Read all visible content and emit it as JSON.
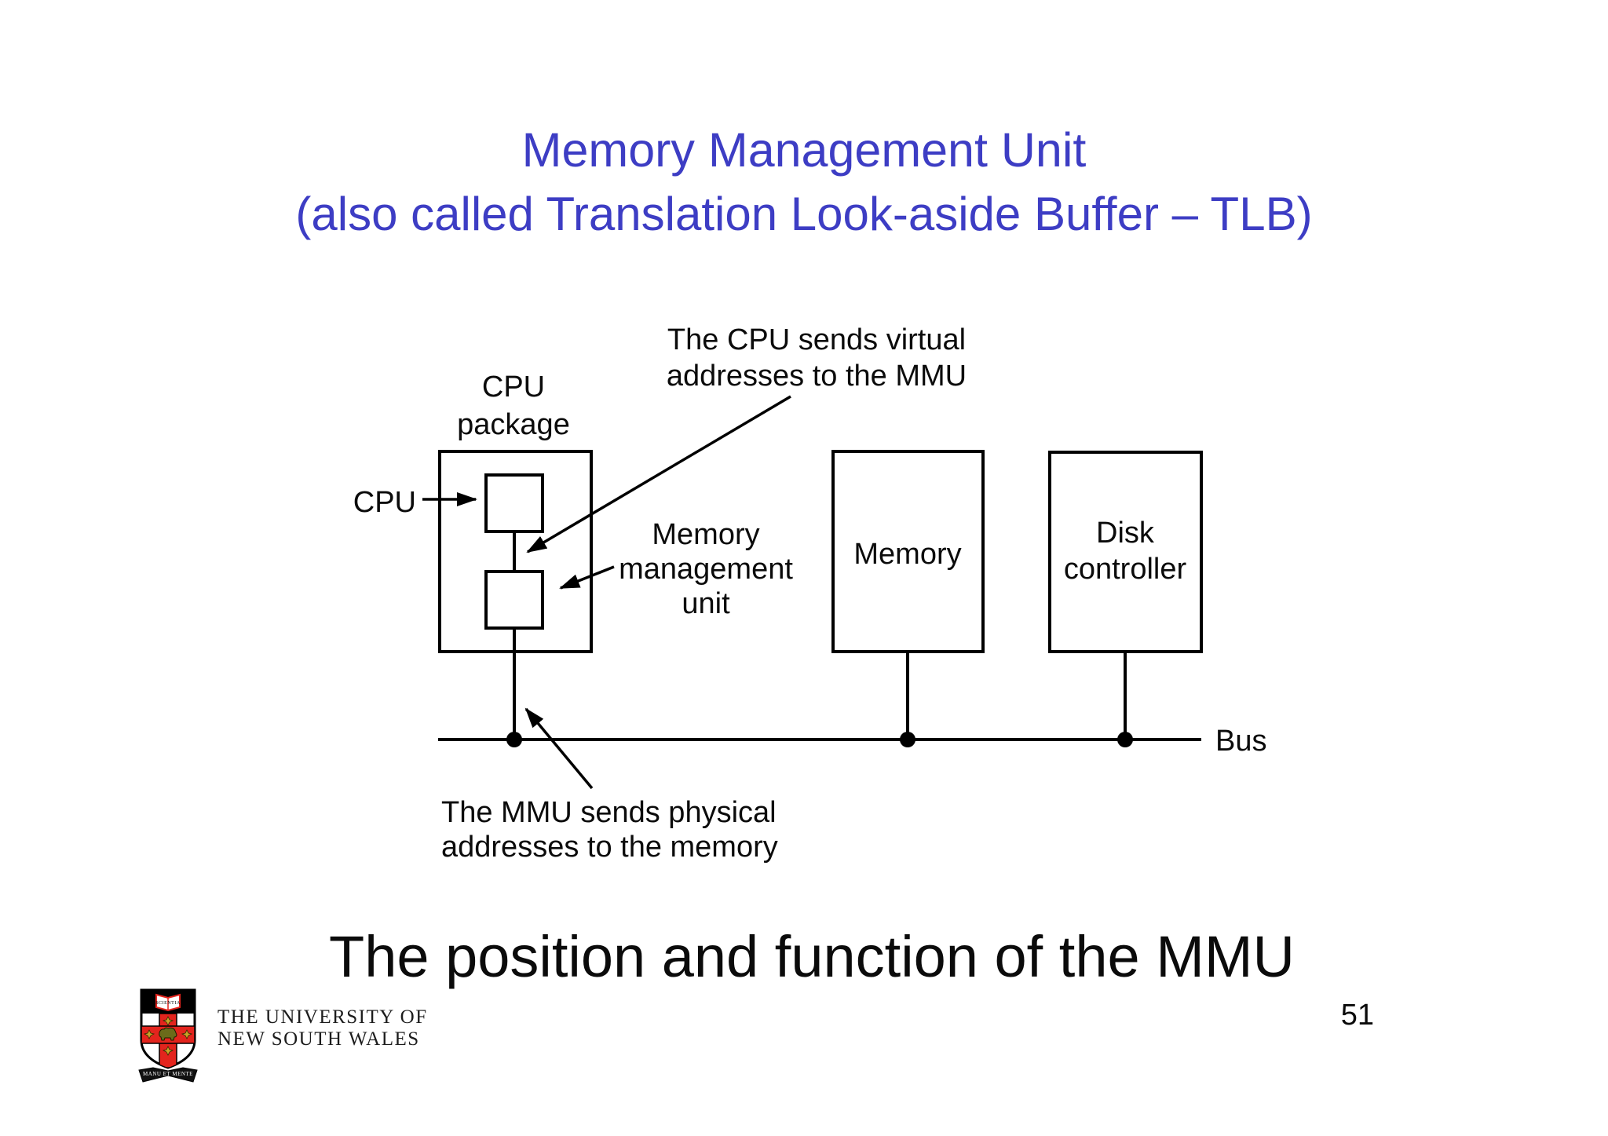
{
  "title": {
    "line1": "Memory Management Unit",
    "line2": "(also called Translation Look-aside Buffer – TLB)",
    "color": "#3d3dc4"
  },
  "diagram": {
    "cpu_package_label_line1": "CPU",
    "cpu_package_label_line2": "package",
    "cpu_label": "CPU",
    "virtual_note_line1": "The CPU sends virtual",
    "virtual_note_line2": "addresses to the MMU",
    "mmu_label_line1": "Memory",
    "mmu_label_line2": "management",
    "mmu_label_line3": "unit",
    "memory_box_label": "Memory",
    "disk_box_label_line1": "Disk",
    "disk_box_label_line2": "controller",
    "bus_label": "Bus",
    "physical_note_line1": "The MMU sends physical",
    "physical_note_line2": "addresses to the memory",
    "line_color": "#000000"
  },
  "caption": "The position and function of the MMU",
  "page_number": "51",
  "footer": {
    "university_line1": "THE UNIVERSITY OF",
    "university_line2": "NEW SOUTH WALES",
    "crest_book_text": "SCIENTIA",
    "crest_motto": "MANU ET MENTE",
    "crest_red": "#e3241d",
    "crest_gold": "#c9a227"
  }
}
